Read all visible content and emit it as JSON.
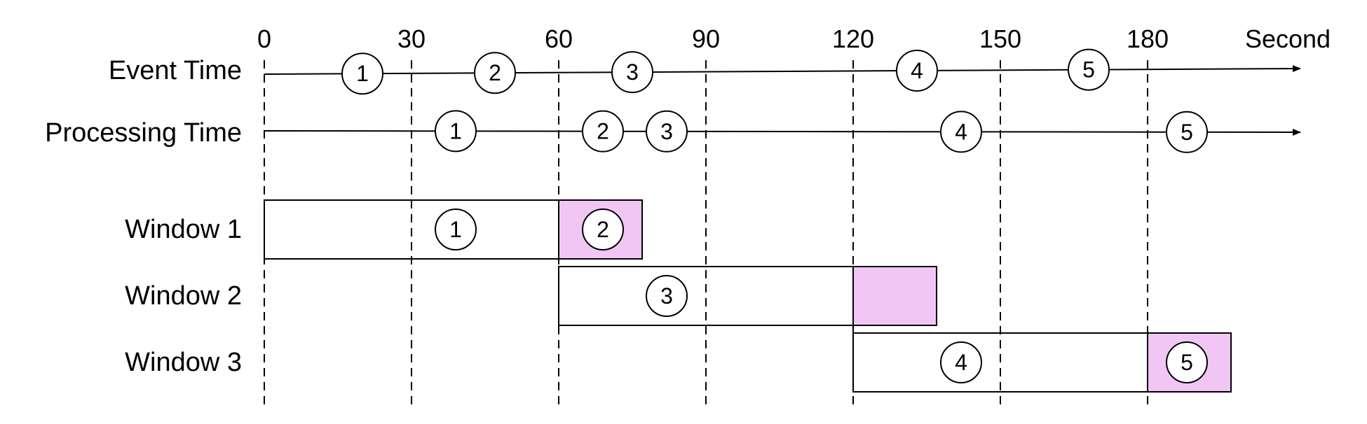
{
  "axis": {
    "unit_label": "Second",
    "ticks": [
      "0",
      "30",
      "60",
      "90",
      "120",
      "150",
      "180"
    ]
  },
  "rows": {
    "event_time": "Event Time",
    "processing_time": "Processing Time",
    "window1": "Window 1",
    "window2": "Window 2",
    "window3": "Window 3"
  },
  "events": {
    "event_time": [
      {
        "label": "1",
        "t": 20
      },
      {
        "label": "2",
        "t": 47
      },
      {
        "label": "3",
        "t": 75
      },
      {
        "label": "4",
        "t": 133
      },
      {
        "label": "5",
        "t": 168
      }
    ],
    "processing_time": [
      {
        "label": "1",
        "t": 39
      },
      {
        "label": "2",
        "t": 69
      },
      {
        "label": "3",
        "t": 82
      },
      {
        "label": "4",
        "t": 142
      },
      {
        "label": "5",
        "t": 188
      }
    ]
  },
  "windows": [
    {
      "label": "Window 1",
      "start": 0,
      "end": 60,
      "late_end": 77,
      "events": [
        {
          "label": "1",
          "t": 39,
          "late": false
        },
        {
          "label": "2",
          "t": 69,
          "late": true
        }
      ]
    },
    {
      "label": "Window 2",
      "start": 60,
      "end": 120,
      "late_end": 137,
      "events": [
        {
          "label": "3",
          "t": 82,
          "late": false
        }
      ]
    },
    {
      "label": "Window 3",
      "start": 120,
      "end": 180,
      "late_end": 197,
      "events": [
        {
          "label": "4",
          "t": 142,
          "late": false
        },
        {
          "label": "5",
          "t": 188,
          "late": true
        }
      ]
    }
  ],
  "colors": {
    "late_fill": "#f2c6f4",
    "stroke": "#000000",
    "background": "#ffffff"
  }
}
